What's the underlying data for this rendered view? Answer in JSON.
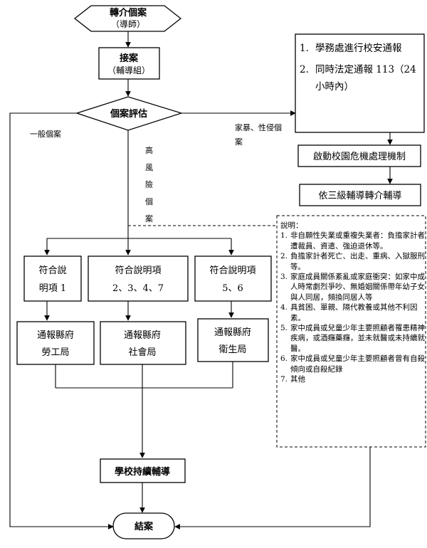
{
  "nodes": {
    "start": {
      "line1": "轉介個案",
      "line2": "（導師）"
    },
    "intake": {
      "line1": "接案",
      "line2": "（輔導組）"
    },
    "assess": {
      "label": "個案評估"
    },
    "side_box": {
      "items": [
        {
          "num": "1.",
          "text": "學務處進行校安通報"
        },
        {
          "num": "2.",
          "text": "同時法定通報 113（24 小時內）"
        }
      ]
    },
    "crisis": {
      "label": "啟動校園危機處理機制"
    },
    "tiered": {
      "label": "依三級輔導轉介輔導"
    },
    "cat1": {
      "line1": "符合說",
      "line2": "明項 1"
    },
    "cat2": {
      "line1": "符合說明項",
      "line2": "2、3、4、7"
    },
    "cat3": {
      "line1": "符合說明項",
      "line2": "5、6"
    },
    "labor": {
      "line1": "通報縣府",
      "line2": "勞工局"
    },
    "social": {
      "line1": "通報縣府",
      "line2": "社會局"
    },
    "health": {
      "line1": "通報縣府",
      "line2": "衛生局"
    },
    "continue": {
      "label": "學校持續輔導"
    },
    "end": {
      "label": "結案"
    }
  },
  "edge_labels": {
    "general": "一般個案",
    "high_risk": [
      "高",
      "風",
      "險",
      "個",
      "案"
    ],
    "domestic": "家暴、性侵個",
    "domestic_cont": "案"
  },
  "notes": {
    "title": "說明：",
    "items": [
      {
        "num": "1.",
        "text": "非自願性失業或重複失業者：負擔家計者遭裁員、資遣、強迫退休等。"
      },
      {
        "num": "2.",
        "text": "負擔家計者死亡、出走、重病、入獄服刑等。"
      },
      {
        "num": "3.",
        "text": "家庭成員關係紊亂或家庭衝突：如家中成人時常劇烈爭吵、無婚姻關係帶年幼子女與人同居，頻換同居人等"
      },
      {
        "num": "4.",
        "text": "具貧困、單親、隔代教養或其他不利因素。"
      },
      {
        "num": "5.",
        "text": "家中成員或兒童少年主要照顧者罹患精神疾病，或酒癮藥癮，並未就醫或未持續就醫。"
      },
      {
        "num": "6.",
        "text": "家中成員或兒童少年主要照顧者曾有自殺傾向或自殺紀錄"
      },
      {
        "num": "7.",
        "text": "其他"
      }
    ]
  }
}
